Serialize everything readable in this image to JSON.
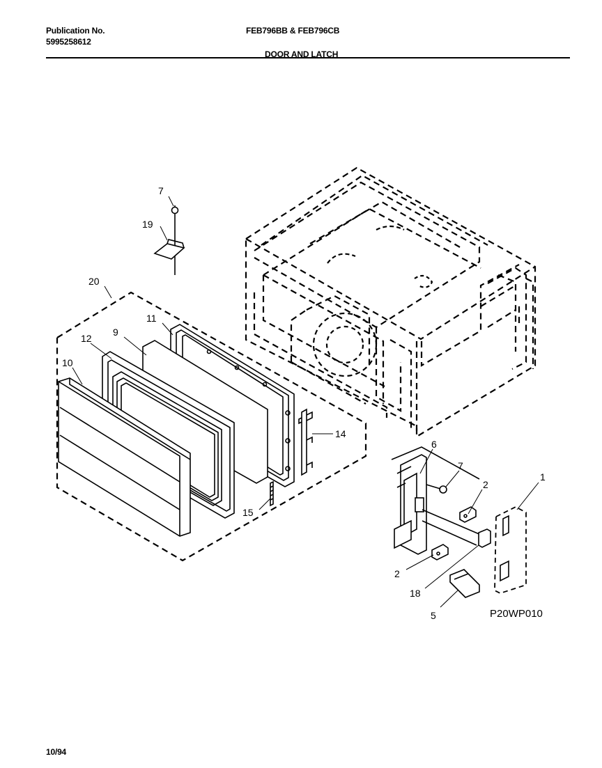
{
  "header": {
    "publication_label": "Publication No.",
    "publication_number": "5995258612",
    "models": "FEB796BB & FEB796CB",
    "section_title": "DOOR AND LATCH"
  },
  "footer": {
    "date": "10/94"
  },
  "diagram": {
    "code": "P20WP010",
    "callouts": [
      "7",
      "19",
      "20",
      "11",
      "9",
      "12",
      "10",
      "14",
      "15",
      "6",
      "7",
      "2",
      "1",
      "2",
      "18",
      "5"
    ]
  }
}
